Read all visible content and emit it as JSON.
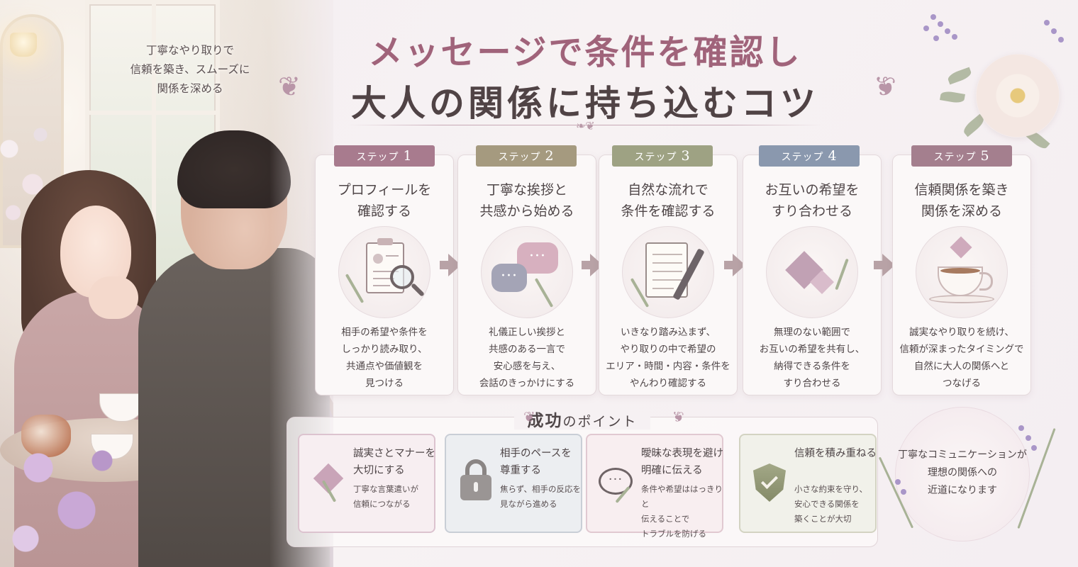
{
  "intro": "丁寧なやり取りで\n信頼を築き、スムーズに\n関係を深める",
  "header": {
    "title_line1": "メッセージで条件を確認し",
    "title_line2": "大人の関係に持ち込むコツ"
  },
  "colors": {
    "step1": "#a87b8e",
    "step2": "#a59a7f",
    "step3": "#9ea283",
    "step4": "#8a98ae",
    "step5": "#a47f8e",
    "title_pink": "#a0637a",
    "title_dark": "#504345"
  },
  "steps": [
    {
      "label": "ステップ",
      "number": "1",
      "title": "プロフィールを\n確認する",
      "icon": "clipboard-magnifier-icon",
      "description": "相手の希望や条件を\nしっかり読み取り、\n共通点や価値観を\n見つける"
    },
    {
      "label": "ステップ",
      "number": "2",
      "title": "丁寧な挨拶と\n共感から始める",
      "icon": "chat-bubbles-icon",
      "description": "礼儀正しい挨拶と\n共感のある一言で\n安心感を与え、\n会話のきっかけにする"
    },
    {
      "label": "ステップ",
      "number": "3",
      "title": "自然な流れで\n条件を確認する",
      "icon": "notepad-pen-icon",
      "description": "いきなり踏み込まず、\nやり取りの中で希望の\nエリア・時間・内容・条件を\nやんわり確認する"
    },
    {
      "label": "ステップ",
      "number": "4",
      "title": "お互いの希望を\nすり合わせる",
      "icon": "two-hearts-icon",
      "description": "無理のない範囲で\nお互いの希望を共有し、\n納得できる条件を\nすり合わせる"
    },
    {
      "label": "ステップ",
      "number": "5",
      "title": "信頼関係を築き\n関係を深める",
      "icon": "teacup-heart-icon",
      "description": "誠実なやり取りを続け、\n信頼が深まったタイミングで\n自然に大人の関係へと\nつなげる"
    }
  ],
  "points": {
    "title_main": "成功",
    "title_rest": "のポイント",
    "items": [
      {
        "icon": "heart-icon",
        "title": "誠実さとマナーを\n大切にする",
        "description": "丁寧な言葉遣いが\n信頼につながる",
        "bg": "#f7eef1",
        "border": "#dcc3cf"
      },
      {
        "icon": "padlock-icon",
        "title": "相手のペースを\n尊重する",
        "description": "焦らず、相手の反応を\n見ながら進める",
        "bg": "#eceef1",
        "border": "#c9ced6"
      },
      {
        "icon": "speech-bubble-icon",
        "title": "曖昧な表現を避け\n明確に伝える",
        "description": "条件や希望ははっきりと\n伝えることで\nトラブルを防げる",
        "bg": "#f8eef0",
        "border": "#e1c9d1"
      },
      {
        "icon": "shield-check-icon",
        "title": "信頼を積み重ねる",
        "description": "小さな約束を守り、\n安心できる関係を\n築くことが大切",
        "bg": "#f1f1ea",
        "border": "#d3d3c2"
      }
    ]
  },
  "closing": "丁寧なコミュニケーションが\n理想の関係への\n近道になります"
}
